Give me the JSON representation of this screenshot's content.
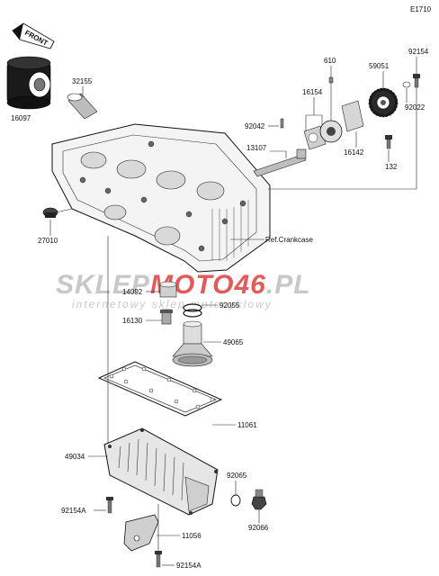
{
  "diagram_code": "E1710",
  "front_label": "FRONT",
  "ref_label": "Ref.Crankcase",
  "watermark": {
    "part1": "SKLEP",
    "part2": "MOTO",
    "part3": "46",
    "part4": ".PL",
    "subtitle": "internetowy sklep motocyklowy",
    "grey": "#c8c8c8",
    "red": "#e35a5a"
  },
  "callouts": {
    "p16097": "16097",
    "p32155": "32155",
    "p27010": "27010",
    "p610": "610",
    "p59051": "59051",
    "p92154_top": "92154",
    "p16154": "16154",
    "p92042": "92042",
    "p92022": "92022",
    "p13107": "13107",
    "p16142": "16142",
    "p132": "132",
    "p14092": "14092",
    "p92055": "92055",
    "p16130": "16130",
    "p49065": "49065",
    "p11061": "11061",
    "p49034": "49034",
    "p92065": "92065",
    "p92154A_left": "92154A",
    "p92066": "92066",
    "p11056": "11056",
    "p92154A_bottom": "92154A"
  }
}
